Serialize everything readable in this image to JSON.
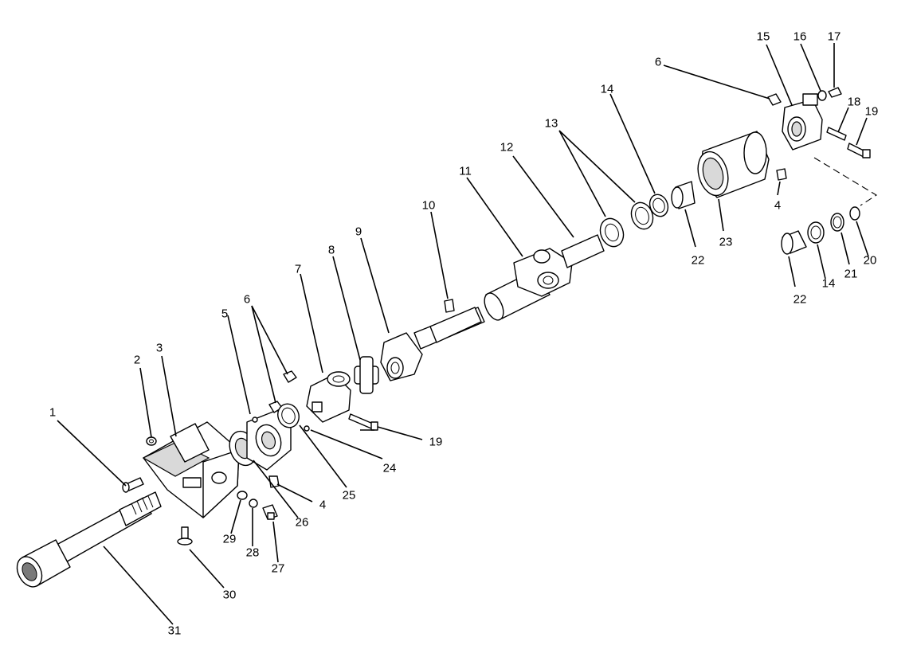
{
  "diagram": {
    "callouts": {
      "c1": "1",
      "c2": "2",
      "c3": "3",
      "c4a": "4",
      "c4b": "4",
      "c5": "5",
      "c6a": "6",
      "c6b": "6",
      "c7": "7",
      "c8": "8",
      "c9": "9",
      "c10": "10",
      "c11": "11",
      "c12": "12",
      "c13": "13",
      "c14a": "14",
      "c14b": "14",
      "c15": "15",
      "c16": "16",
      "c17": "17",
      "c18": "18",
      "c19a": "19",
      "c19b": "19",
      "c20": "20",
      "c21": "21",
      "c22a": "22",
      "c22b": "22",
      "c23": "23",
      "c24": "24",
      "c25": "25",
      "c26": "26",
      "c27": "27",
      "c28": "28",
      "c29": "29",
      "c30": "30",
      "c31": "31"
    }
  }
}
